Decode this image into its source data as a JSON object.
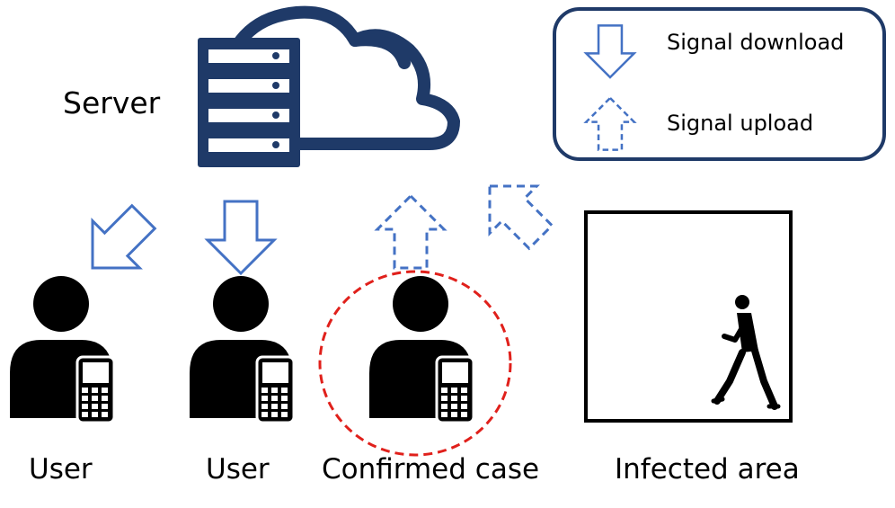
{
  "labels": {
    "server": "Server",
    "user_1": "User",
    "user_2": "User",
    "confirmed_case": "Confirmed case",
    "infected_area": "Infected area"
  },
  "legend": {
    "download": "Signal download",
    "upload": "Signal upload"
  },
  "icons": {
    "server": "server-rack-icon",
    "cloud": "cloud-icon",
    "person": "person-with-phone-icon",
    "walker": "walking-person-icon",
    "download_arrow": "solid-outline-arrow-icon",
    "upload_arrow": "dashed-outline-arrow-icon"
  },
  "colors": {
    "brand_navy": "#1f3a68",
    "arrow_blue": "#4472c4",
    "highlight_red": "#e0201b",
    "black": "#000000"
  }
}
